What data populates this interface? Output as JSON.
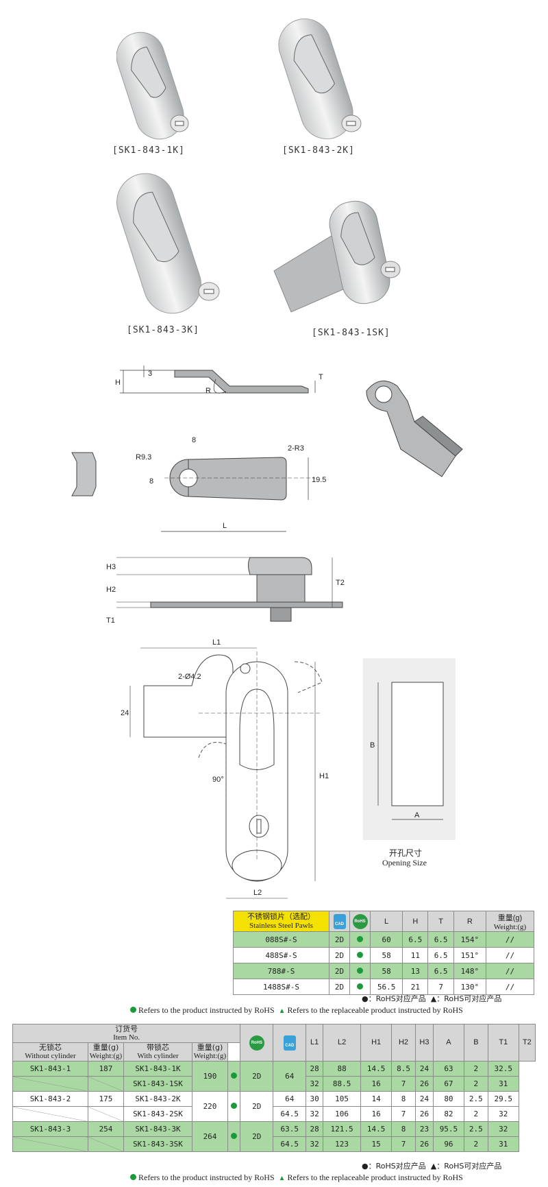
{
  "photos": {
    "captions": [
      "[SK1-843-1K]",
      "[SK1-843-2K]",
      "[SK1-843-3K]",
      "[SK1-843-1SK]"
    ]
  },
  "drawings": {
    "labels": [
      "H",
      "3",
      "R",
      "T",
      "R9.3",
      "8",
      "2-R3",
      "8",
      "19.5",
      "L",
      "H3",
      "H2",
      "T1",
      "T2",
      "L1",
      "2-Ø4.2",
      "24",
      "90°",
      "H1",
      "L2",
      "B",
      "A"
    ],
    "opening_cn": "开孔尺寸",
    "opening_en": "Opening Size"
  },
  "pawls": {
    "header": {
      "name_cn": "不锈钢锁片（选配）",
      "name_en": "Stainless Steel Pawls",
      "rohs": "RoHS",
      "cad": "CAD",
      "cols": [
        "L",
        "H",
        "T",
        "R"
      ],
      "weight_cn": "重量(g)",
      "weight_en": "Weight:(g)"
    },
    "rows": [
      {
        "name": "088S#-S",
        "cad": "2D",
        "L": "60",
        "H": "6.5",
        "T": "6.5",
        "R": "154°",
        "w": "//"
      },
      {
        "name": "488S#-S",
        "cad": "2D",
        "L": "58",
        "H": "11",
        "T": "6.5",
        "R": "151°",
        "w": "//"
      },
      {
        "name": "788#-S",
        "cad": "2D",
        "L": "58",
        "H": "13",
        "T": "6.5",
        "R": "148°",
        "w": "//"
      },
      {
        "name": "1488S#-S",
        "cad": "2D",
        "L": "56.5",
        "H": "21",
        "T": "7",
        "R": "130°",
        "w": "//"
      }
    ]
  },
  "legend": {
    "cn1": "●：RoHS对应产品",
    "cn2": "▲：RoHS可对应产品",
    "en1": "Refers to the product instructed by RoHS",
    "en2": "Refers to the replaceable product instructed by RoHS"
  },
  "main": {
    "header": {
      "item_cn": "订货号",
      "item_en": "Item No.",
      "without_cn": "无锁芯",
      "without_en": "Without cylinder",
      "weight_cn": "重量(g)",
      "weight_en": "Weight:(g)",
      "with_cn": "带锁芯",
      "with_en": "With cylinder",
      "rohs": "RoHS",
      "cad": "CAD",
      "cols": [
        "L1",
        "L2",
        "H1",
        "H2",
        "H3",
        "A",
        "B",
        "T1",
        "T2"
      ]
    },
    "groups": [
      {
        "without": "SK1-843-1",
        "without_w": "187",
        "with_w": "190",
        "cad": "2D",
        "L1": "64",
        "rows": [
          {
            "with": "SK1-843-1K",
            "L2": "28",
            "H1": "88",
            "H2": "14.5",
            "H3": "8.5",
            "A": "24",
            "B": "63",
            "T1": "2",
            "T2": "32.5"
          },
          {
            "with": "SK1-843-1SK",
            "L2": "32",
            "H1": "88.5",
            "H2": "16",
            "H3": "7",
            "A": "26",
            "B": "67",
            "T1": "2",
            "T2": "31"
          }
        ]
      },
      {
        "without": "SK1-843-2",
        "without_w": "175",
        "with_w": "220",
        "cad": "2D",
        "rows": [
          {
            "with": "SK1-843-2K",
            "L1": "64",
            "L2": "30",
            "H1": "105",
            "H2": "14",
            "H3": "8",
            "A": "24",
            "B": "80",
            "T1": "2.5",
            "T2": "29.5"
          },
          {
            "with": "SK1-843-2SK",
            "L1": "64.5",
            "L2": "32",
            "H1": "106",
            "H2": "16",
            "H3": "7",
            "A": "26",
            "B": "82",
            "T1": "2",
            "T2": "32"
          }
        ]
      },
      {
        "without": "SK1-843-3",
        "without_w": "254",
        "with_w": "264",
        "cad": "2D",
        "rows": [
          {
            "with": "SK1-843-3K",
            "L1": "63.5",
            "L2": "28",
            "H1": "121.5",
            "H2": "14.5",
            "H3": "8",
            "A": "23",
            "B": "95.5",
            "T1": "2.5",
            "T2": "32"
          },
          {
            "with": "SK1-843-3SK",
            "L1": "64.5",
            "L2": "32",
            "H1": "123",
            "H2": "15",
            "H3": "7",
            "A": "26",
            "B": "96",
            "T1": "2",
            "T2": "31"
          }
        ]
      }
    ]
  },
  "colors": {
    "green_row": "#a9d8a2",
    "header_gray": "#d6d6d6",
    "yellow": "#f5e100",
    "rohs_green": "#1a9a3a"
  }
}
